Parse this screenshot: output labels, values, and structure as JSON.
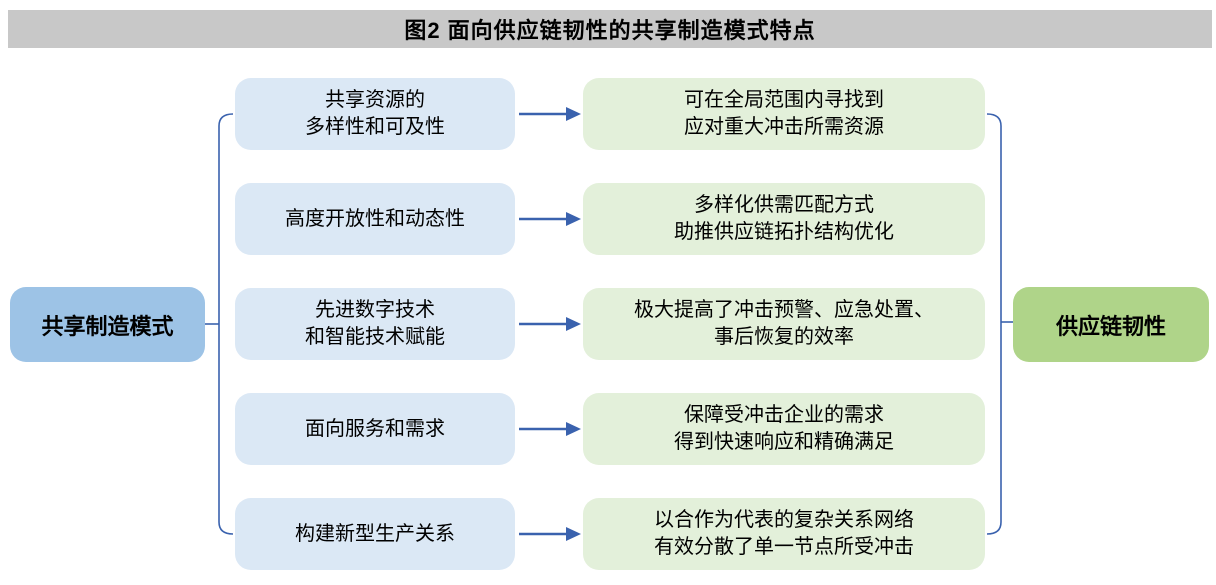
{
  "title": "图2 面向供应链韧性的共享制造模式特点",
  "left_node": {
    "label": "共享制造模式"
  },
  "right_node": {
    "label": "供应链韧性"
  },
  "rows": [
    {
      "feature": [
        "共享资源的",
        "多样性和可及性"
      ],
      "effect": [
        "可在全局范围内寻找到",
        "应对重大冲击所需资源"
      ]
    },
    {
      "feature": [
        "高度开放性和动态性"
      ],
      "effect": [
        "多样化供需匹配方式",
        "助推供应链拓扑结构优化"
      ]
    },
    {
      "feature": [
        "先进数字技术",
        "和智能技术赋能"
      ],
      "effect": [
        "极大提高了冲击预警、应急处置、",
        "事后恢复的效率"
      ]
    },
    {
      "feature": [
        "面向服务和需求"
      ],
      "effect": [
        "保障受冲击企业的需求",
        "得到快速响应和精确满足"
      ]
    },
    {
      "feature": [
        "构建新型生产关系"
      ],
      "effect": [
        "以合作为代表的复杂关系网络",
        "有效分散了单一节点所受冲击"
      ]
    }
  ],
  "colors": {
    "title-bar-bg": "#c8c8c8",
    "left-node-fill": "#9dc3e6",
    "right-node-fill": "#afd489",
    "feature-fill": "#dbe8f5",
    "effect-fill": "#e3f0da",
    "connector": "#3a62ae",
    "text": "#000000"
  }
}
